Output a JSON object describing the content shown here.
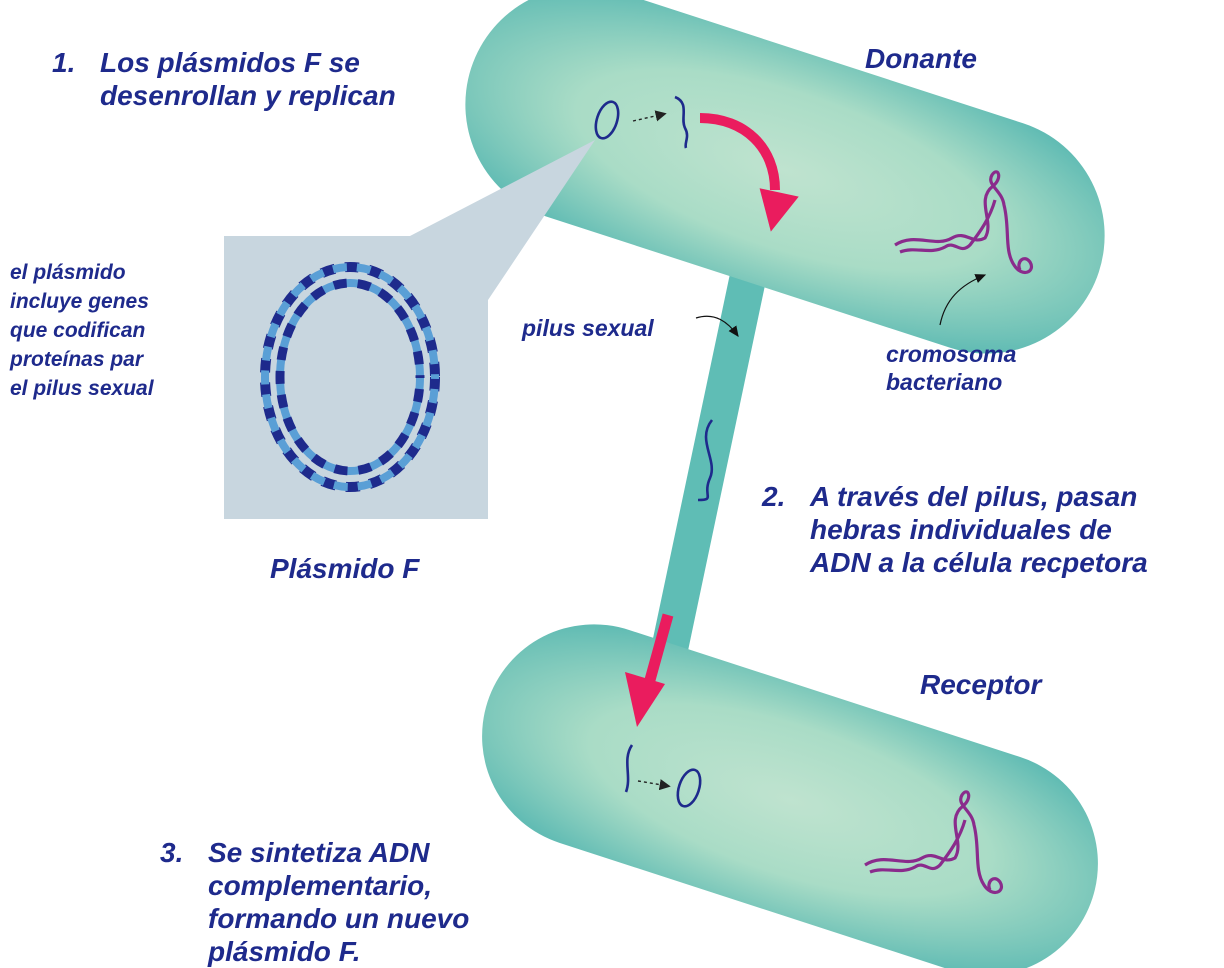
{
  "colors": {
    "cell_fill": "#7ec8be",
    "cell_highlight": "#bfe3cf",
    "pilus": "#5fbdb5",
    "arrow": "#ea1c5e",
    "dna_single": "#1e2a8c",
    "chromosome": "#8a2b8c",
    "zoom_box": "#c8d6df",
    "helix_light": "#5a9fd6",
    "helix_dark": "#1e2a8c",
    "text": "#1e2a8c"
  },
  "labels": {
    "donor": "Donante",
    "recipient": "Receptor",
    "pilus": "pilus sexual",
    "chromosome_line1": "cromosoma",
    "chromosome_line2": "bacteriano",
    "plasmid_caption": "Plásmido F"
  },
  "plasmid_note": [
    "el plásmido",
    "incluye genes",
    "que codifican",
    "proteínas par",
    "el pilus sexual"
  ],
  "steps": [
    {
      "number": "1.",
      "lines": [
        "Los plásmidos F se",
        "desenrollan y replican"
      ]
    },
    {
      "number": "2.",
      "lines": [
        "A través del pilus, pasan",
        "hebras individuales de",
        "ADN a la célula recpetora"
      ]
    },
    {
      "number": "3.",
      "lines": [
        "Se sintetiza ADN",
        "complementario,",
        "formando un nuevo",
        "plásmido F."
      ]
    }
  ]
}
